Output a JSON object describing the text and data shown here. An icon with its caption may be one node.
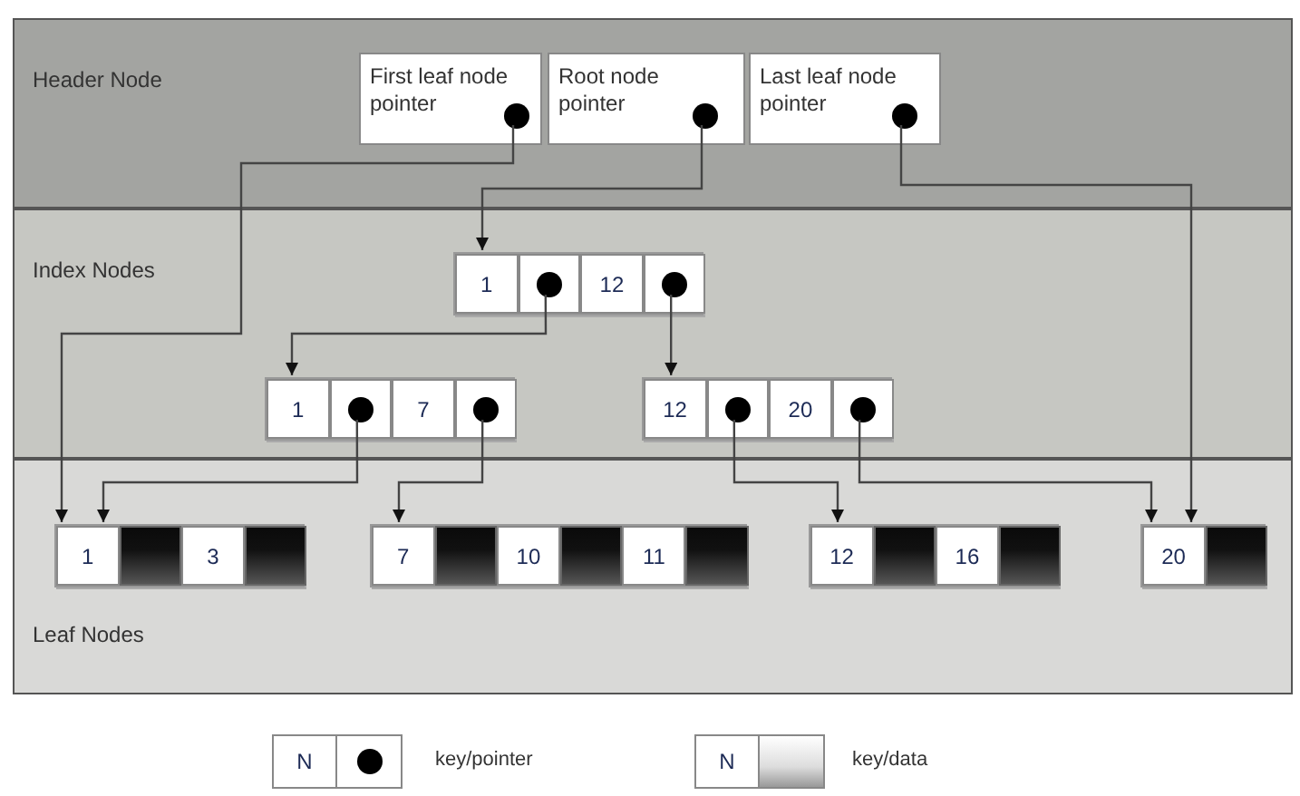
{
  "diagram": {
    "nodes": [
      {
        "text": [
          "Header Node"
        ]
      },
      {
        "text": [
          "First leaf node pointer"
        ],
        "in": 0
      },
      {
        "text": [],
        "shape": "circle",
        "in": 1
      },
      {
        "text": [
          "Root node pointer"
        ],
        "in": 0
      },
      {
        "text": [],
        "shape": "circle",
        "in": 3
      },
      {
        "text": [
          "Last leaf node pointer"
        ],
        "in": 0
      },
      {
        "text": [],
        "shape": "circle",
        "in": 5
      },
      {
        "text": [
          "Index Nodes"
        ]
      },
      {
        "text": [],
        "shape": "box",
        "in": 7
      },
      {
        "text": [
          "1"
        ],
        "in": 8
      },
      {
        "text": [],
        "shape": "circle",
        "in": 8
      },
      {
        "text": [
          "12"
        ],
        "in": 8
      },
      {
        "text": [],
        "shape": "circle",
        "in": 8
      },
      {
        "text": [],
        "shape": "box",
        "in": 7
      },
      {
        "text": [
          "1"
        ],
        "in": 13
      },
      {
        "text": [],
        "shape": "circle",
        "in": 13
      },
      {
        "text": [
          "7"
        ],
        "in": 13
      },
      {
        "text": [],
        "shape": "circle",
        "in": 13
      },
      {
        "text": [],
        "shape": "box",
        "in": 7
      },
      {
        "text": [
          "12"
        ],
        "in": 18
      },
      {
        "text": [],
        "shape": "circle",
        "in": 18
      },
      {
        "text": [
          "20"
        ],
        "in": 18
      },
      {
        "text": [],
        "shape": "circle",
        "in": 18
      },
      {
        "text": [
          "Leaf Nodes"
        ]
      },
      {
        "text": [],
        "shape": "box",
        "in": 23
      },
      {
        "text": [
          "1"
        ],
        "in": 24
      },
      {
        "text": [],
        "shape": "bar",
        "in": 24
      },
      {
        "text": [
          "3"
        ],
        "in": 24
      },
      {
        "text": [],
        "shape": "bar",
        "in": 24
      },
      {
        "text": [],
        "shape": "box",
        "in": 23
      },
      {
        "text": [
          "7"
        ],
        "in": 29
      },
      {
        "text": [],
        "shape": "bar",
        "in": 29
      },
      {
        "text": [
          "10"
        ],
        "in": 29
      },
      {
        "text": [],
        "shape": "bar",
        "in": 29
      },
      {
        "text": [
          "11"
        ],
        "in": 29
      },
      {
        "text": [],
        "shape": "bar",
        "in": 29
      },
      {
        "text": [],
        "shape": "box",
        "in": 23
      },
      {
        "text": [
          "12"
        ],
        "in": 36
      },
      {
        "text": [],
        "shape": "bar",
        "in": 36
      },
      {
        "text": [
          "16"
        ],
        "in": 36
      },
      {
        "text": [],
        "shape": "bar",
        "in": 36
      },
      {
        "text": [],
        "shape": "box",
        "in": 23
      },
      {
        "text": [
          "20"
        ],
        "in": 41
      },
      {
        "text": [],
        "shape": "bar",
        "in": 41
      }
    ],
    "edges": [
      {
        "from": 2,
        "to": 24,
        "arrow": "to"
      },
      {
        "from": 4,
        "to": 8,
        "arrow": "to"
      },
      {
        "from": 6,
        "to": 41,
        "arrow": "to"
      },
      {
        "from": 10,
        "to": 13,
        "arrow": "to"
      },
      {
        "from": 12,
        "to": 18,
        "arrow": "to"
      },
      {
        "from": 15,
        "to": 24,
        "arrow": "to"
      },
      {
        "from": 17,
        "to": 29,
        "arrow": "to"
      },
      {
        "from": 20,
        "to": 36,
        "arrow": "to"
      },
      {
        "from": 22,
        "to": 41,
        "arrow": "to"
      }
    ],
    "labels": [
      "N",
      "N"
    ],
    "legend": [
      {
        "text": "key/pointer"
      },
      {
        "text": "key/data"
      }
    ]
  }
}
